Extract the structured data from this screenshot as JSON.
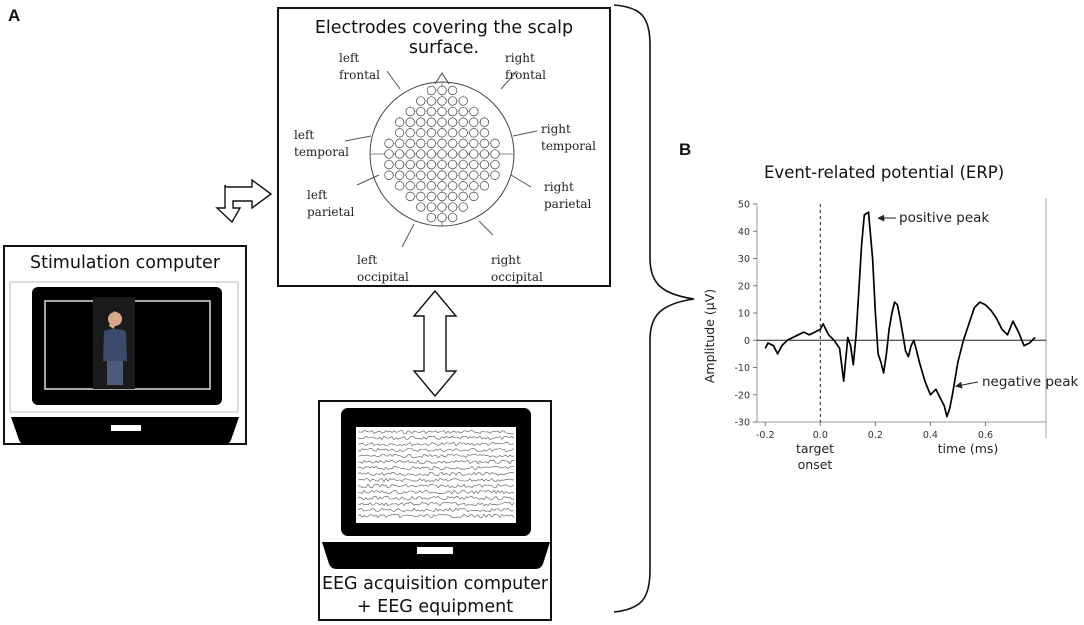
{
  "panels": {
    "a_letter": "A",
    "b_letter": "B"
  },
  "electrode_box": {
    "title": "Electrodes covering the scalp surface.",
    "regions": {
      "left_frontal": [
        "left",
        "frontal"
      ],
      "right_frontal": [
        "right",
        "frontal"
      ],
      "left_temporal": [
        "left",
        "temporal"
      ],
      "right_temporal": [
        "right",
        "temporal"
      ],
      "left_parietal": [
        "left",
        "parietal"
      ],
      "right_parietal": [
        "right",
        "parietal"
      ],
      "left_occipital": [
        "left",
        "occipital"
      ],
      "right_occipital": [
        "right",
        "occipital"
      ]
    },
    "electrode_grid_rows": [
      3,
      5,
      7,
      9,
      9,
      11,
      11,
      11,
      11,
      9,
      7,
      5,
      3
    ]
  },
  "stimulation_box": {
    "title": "Stimulation computer"
  },
  "eeg_box": {
    "title_line1": "EEG acquisition computer",
    "title_line2": "+ EEG equipment"
  },
  "chart_data": {
    "type": "line",
    "title": "Event-related potential (ERP)",
    "xlabel": "time (ms)",
    "ylabel": "Amplitude (µV)",
    "xlim": [
      -0.23,
      0.82
    ],
    "ylim": [
      -30,
      50
    ],
    "xticks": [
      -0.2,
      0.0,
      0.2,
      0.4,
      0.6
    ],
    "xtick_labels": [
      "-0.2",
      "0.0",
      "0.2",
      "0.4",
      "0.6"
    ],
    "yticks": [
      -30,
      -20,
      -10,
      0,
      10,
      20,
      30,
      40,
      50
    ],
    "onset_label": [
      "target",
      "onset"
    ],
    "annotations": [
      {
        "text": "positive peak",
        "x": 0.195,
        "y": 47
      },
      {
        "text": "negative peak",
        "x": 0.47,
        "y": -18
      }
    ],
    "series": [
      {
        "x": [
          -0.2,
          -0.19,
          -0.17,
          -0.155,
          -0.14,
          -0.12,
          -0.1,
          -0.08,
          -0.06,
          -0.04,
          -0.02,
          0.0,
          0.01,
          0.03,
          0.05,
          0.07,
          0.085,
          0.1,
          0.11,
          0.12,
          0.13,
          0.14,
          0.15,
          0.16,
          0.175,
          0.19,
          0.2,
          0.21,
          0.22,
          0.23,
          0.24,
          0.25,
          0.26,
          0.27,
          0.28,
          0.29,
          0.3,
          0.31,
          0.32,
          0.33,
          0.34,
          0.36,
          0.38,
          0.4,
          0.42,
          0.44,
          0.45,
          0.46,
          0.47,
          0.48,
          0.5,
          0.52,
          0.54,
          0.56,
          0.58,
          0.6,
          0.62,
          0.64,
          0.66,
          0.68,
          0.7,
          0.72,
          0.74,
          0.76,
          0.78
        ],
        "y": [
          -3,
          -1,
          -2,
          -5,
          -2,
          0,
          1,
          2,
          3,
          2,
          3,
          4,
          6,
          2,
          0,
          -3,
          -15,
          1,
          -2,
          -9,
          2,
          18,
          35,
          46,
          47,
          30,
          10,
          -5,
          -8,
          -12,
          -5,
          4,
          10,
          14,
          13,
          8,
          2,
          -4,
          -6,
          -2,
          0,
          -8,
          -15,
          -20,
          -18,
          -22,
          -24,
          -28,
          -25,
          -20,
          -8,
          0,
          6,
          12,
          14,
          13,
          11,
          8,
          4,
          2,
          7,
          3,
          -2,
          -1,
          1
        ]
      }
    ]
  }
}
